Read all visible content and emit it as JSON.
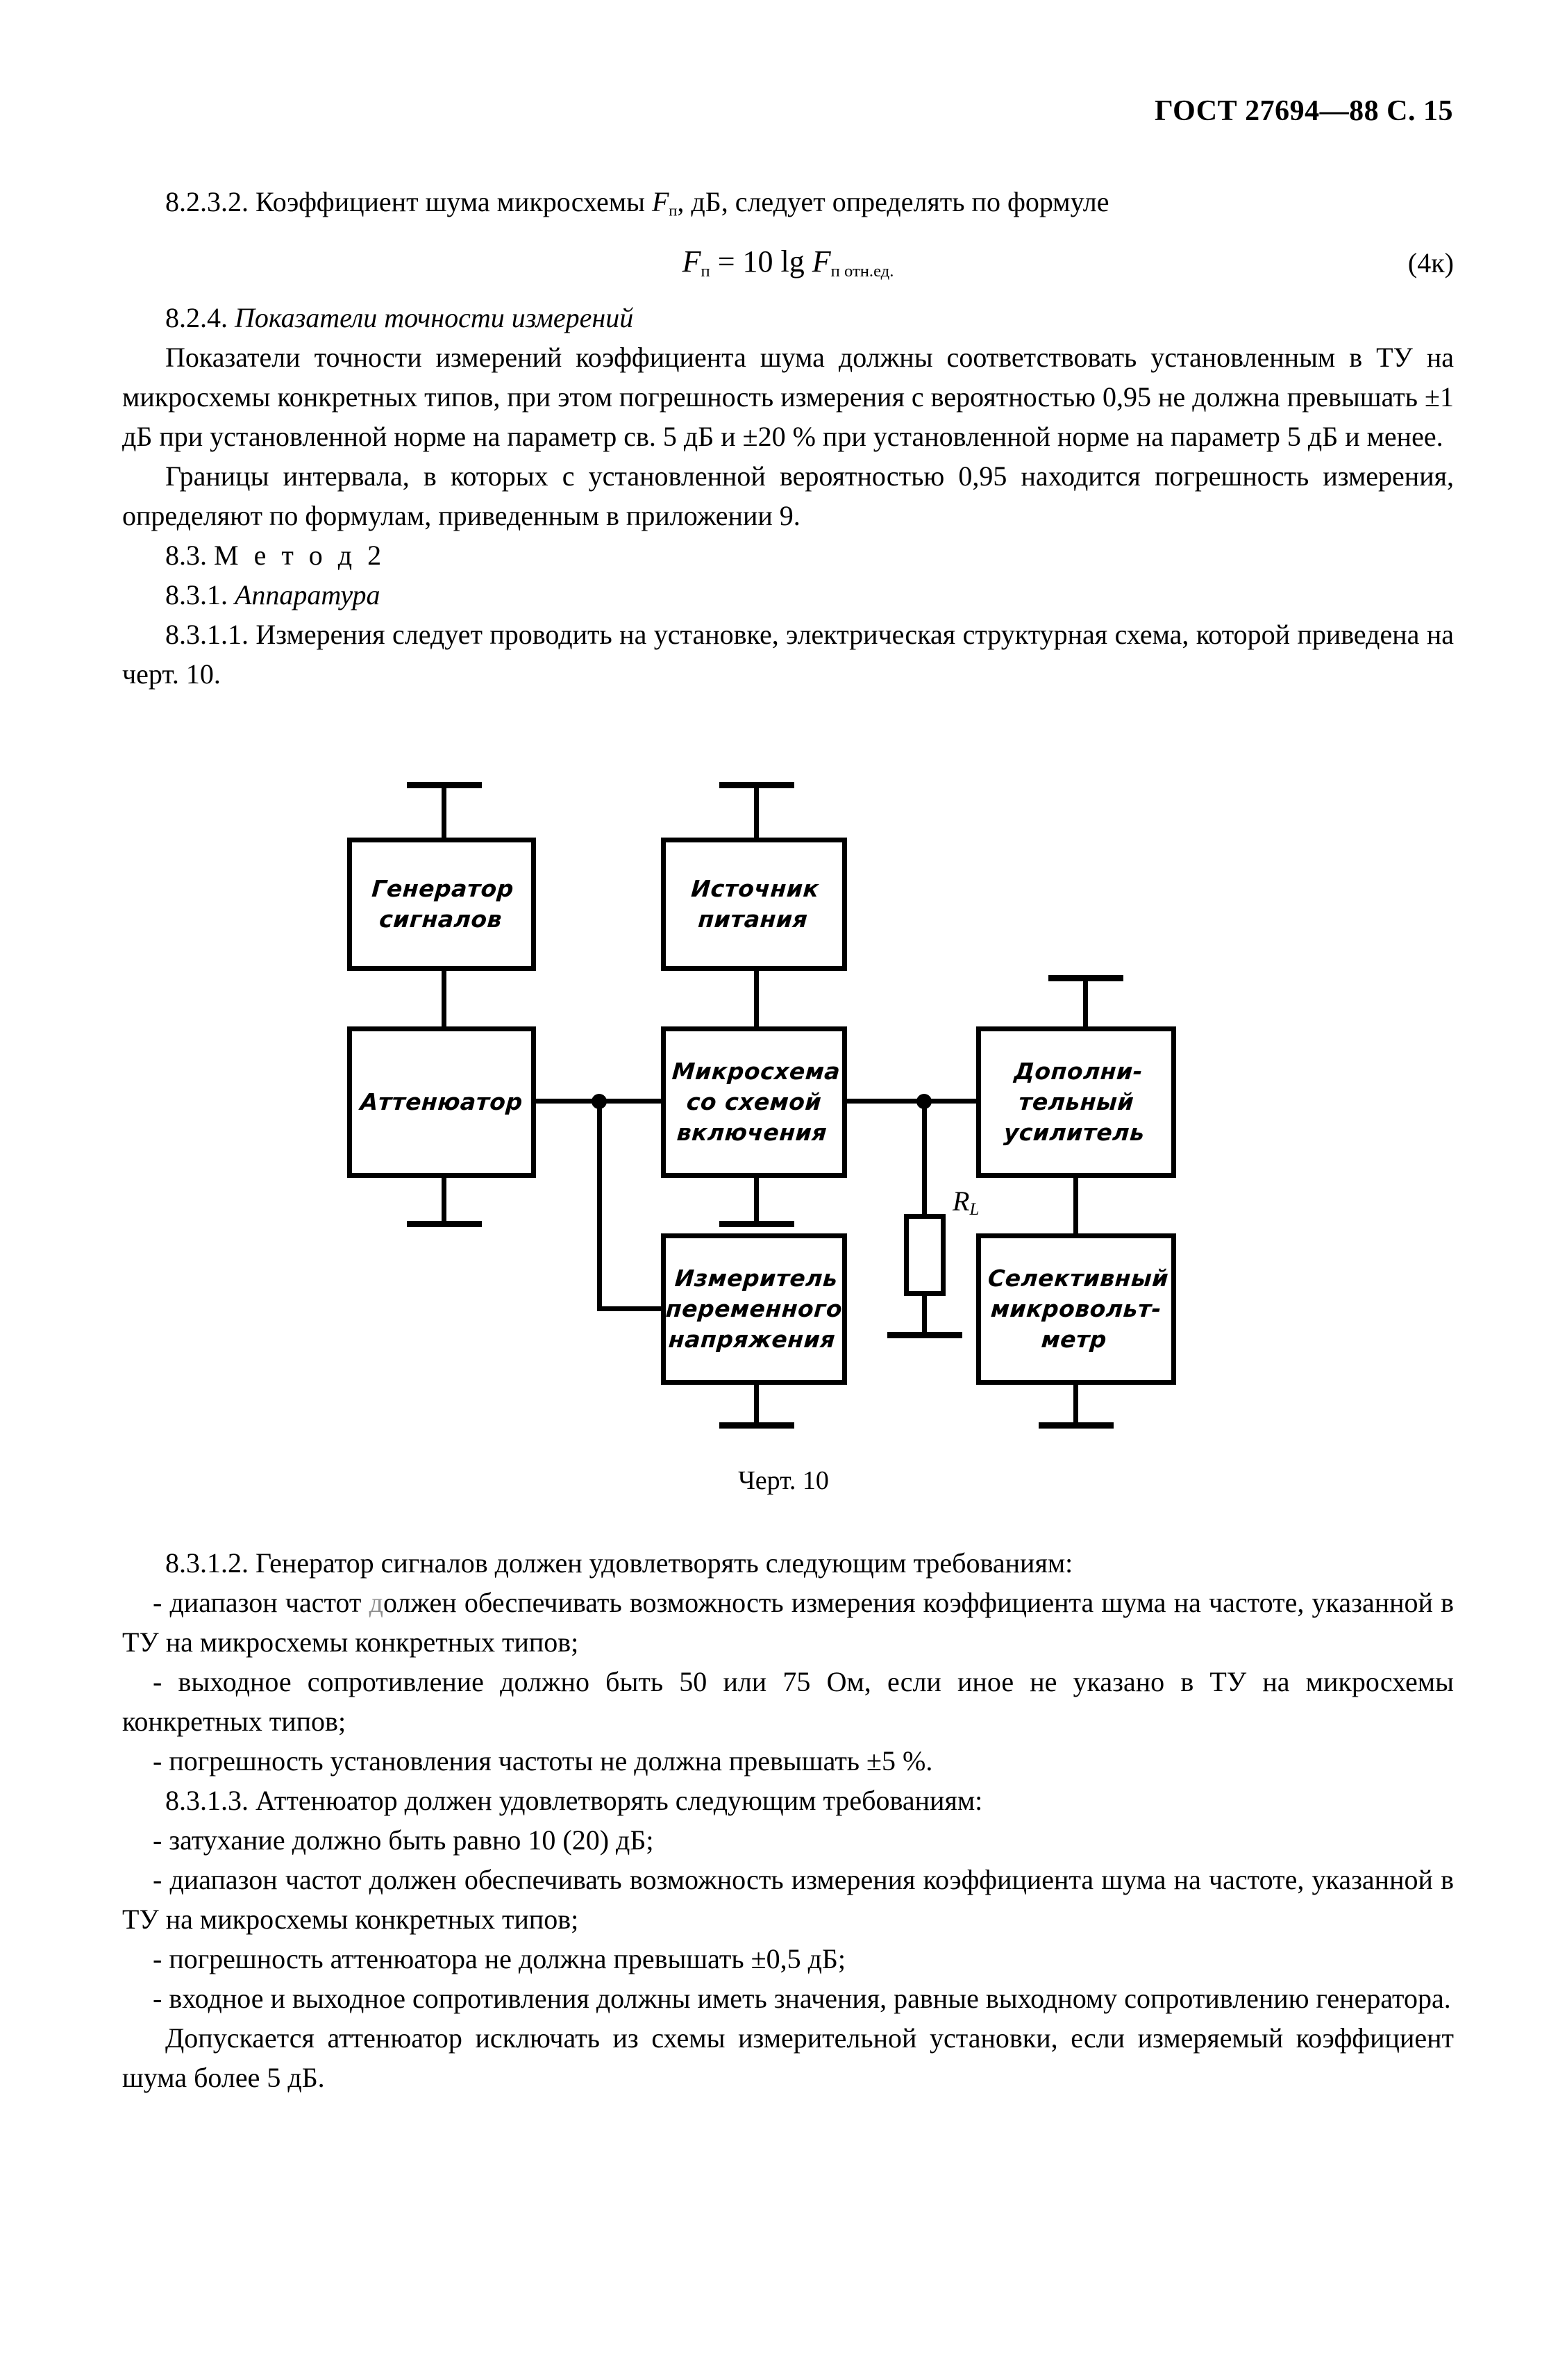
{
  "header": {
    "standard": "ГОСТ 27694—88 С. 15"
  },
  "sections": {
    "p_8232": "8.2.3.2. Коэффициент шума микросхемы Fп, дБ, следует определять по формуле",
    "p_8232_pre": "8.2.3.2. Коэффициент шума микросхемы ",
    "p_8232_var": "F",
    "p_8232_sub": "п",
    "p_8232_post": ", дБ, следует определять по формуле",
    "formula": {
      "lhs_var": "F",
      "lhs_sub": "п",
      "op": " = 10 lg ",
      "rhs_var": "F",
      "rhs_sub": "п отн.ед.",
      "number": "(4к)"
    },
    "h_824": "8.2.4. Показатели точности измерений",
    "h_824_num": "8.2.4. ",
    "h_824_title": "Показатели точности измерений",
    "p_824": "Показатели точности измерений коэффициента шума должны соответствовать установленным в ТУ на микросхемы конкретных типов, при этом погрешность измерения с вероятностью 0,95 не должна превышать ±1 дБ при установленной норме на параметр св. 5 дБ и ±20 % при установленной норме на параметр 5 дБ и менее.",
    "p_824b": "Границы интервала, в которых с установленной вероятностью 0,95 находится погрешность измерения, определяют по формулам, приведенным в приложении 9.",
    "h_83": "8.3. М е т о д 2",
    "h_83_num": "8.3. ",
    "h_83_title": "М е т о д  2",
    "h_831_num": "8.3.1. ",
    "h_831_title": "Аппаратура",
    "p_8311": "8.3.1.1. Измерения следует проводить на установке, электрическая структурная схема, которой приведена на черт. 10.",
    "p_8312": "8.3.1.2. Генератор сигналов должен удовлетворять следующим требованиям:",
    "p_8312_a_pre": "- диапазон частот ",
    "p_8312_a_faded": "д",
    "p_8312_a_post": "олжен обеспечивать возможность измерения коэффициента шума на частоте, указанной в ТУ на микросхемы конкретных типов;",
    "p_8312_b": "- выходное сопротивление должно быть 50 или 75 Ом, если иное не указано в ТУ на микросхемы конкретных типов;",
    "p_8312_c": "- погрешность установления частоты не должна превышать ±5 %.",
    "p_8313": "8.3.1.3. Аттенюатор должен удовлетворять следующим требованиям:",
    "p_8313_a": "- затухание должно быть равно 10 (20) дБ;",
    "p_8313_b": "- диапазон частот должен обеспечивать возможность измерения коэффициента шума на частоте, указанной в ТУ на микросхемы конкретных типов;",
    "p_8313_c": "- погрешность аттенюатора не должна превышать ±0,5 дБ;",
    "p_8313_d": "- входное и выходное сопротивления должны иметь значения, равные выходному сопротивлению генератора.",
    "p_final": "Допускается аттенюатор исключать из схемы измерительной установки, если измеряемый коэффициент шума более 5 дБ."
  },
  "figure": {
    "caption": "Черт. 10",
    "boxes": {
      "generator": "Генератор\nсигналов",
      "power_supply": "Источник\nпитания",
      "attenuator": "Аттенюатор",
      "ic_under_test": "Микросхема\nсо схемой\nвключения",
      "extra_amplifier": "Дополни-\nтельный\nусилитель",
      "ac_voltmeter": "Измеритель\nпеременного\nнапряжения",
      "selective_microvoltmeter": "Селективный\nмикровольт-\nметр"
    },
    "resistor": {
      "symbol": "R",
      "subscript": "L"
    }
  }
}
